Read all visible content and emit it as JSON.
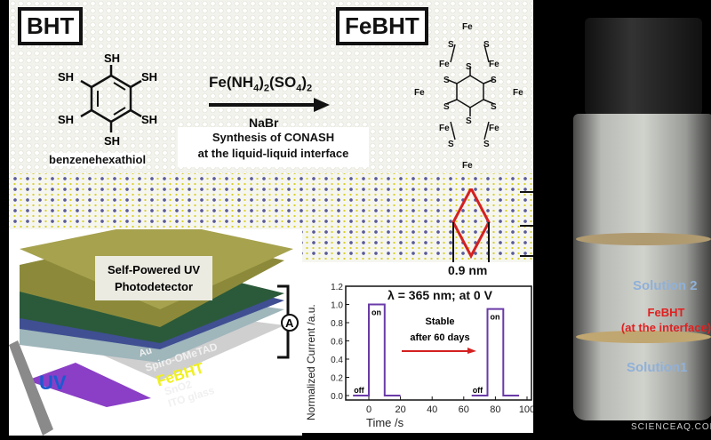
{
  "bht": {
    "title": "BHT",
    "name": "benzenehexathiol",
    "groups": [
      "SH",
      "SH",
      "SH",
      "SH",
      "SH",
      "SH"
    ]
  },
  "reaction": {
    "reagent": "Fe(NH4)2(SO4)2",
    "reagent_parts": [
      "Fe(NH",
      "4",
      ")",
      "2",
      "(SO",
      "4",
      ")",
      "2"
    ],
    "additive": "NaBr",
    "caption_line1": "Synthesis of CONASH",
    "caption_line2": "at the liquid-liquid interface"
  },
  "febht": {
    "title": "FeBHT",
    "atoms": {
      "metal": "Fe",
      "sulfur": "S"
    }
  },
  "lattice": {
    "spacing_label": "0.9 nm"
  },
  "device": {
    "title_line1": "Self-Powered UV",
    "title_line2": "Photodetector",
    "layers": [
      "Au",
      "Spiro-OMeTAD",
      "FeBHT",
      "SnO2",
      "ITO glass"
    ],
    "light": "UV",
    "marker": "A"
  },
  "vial": {
    "upper": "Solution 2",
    "interface_line1": "FeBHT",
    "interface_line2": "(at the interface)",
    "lower": "Solution1"
  },
  "watermark": "SCIENCEAQ.COM",
  "colors": {
    "uv": "#8a3fc6",
    "trace": "#6a3aa8",
    "interface_label": "#e02020",
    "arrow": "#d42020"
  },
  "chart_data": {
    "type": "line",
    "title": "λ = 365 nm; at 0 V",
    "xlabel": "Time /s",
    "ylabel": "Normalized Current  /a.u.",
    "xlim": [
      -14,
      100
    ],
    "ylim": [
      0,
      1.2
    ],
    "xticks": [
      0,
      20,
      40,
      60,
      80,
      100
    ],
    "yticks": [
      "0.0",
      "0.2",
      "0.4",
      "0.6",
      "0.8",
      "1.0",
      "1.2"
    ],
    "annotation_line1": "Stable",
    "annotation_line2": "after 60 days",
    "labels": {
      "on": "on",
      "off": "off"
    },
    "series": [
      {
        "x": [
          -10,
          0,
          0,
          10,
          10,
          20
        ],
        "y": [
          0,
          0,
          1.0,
          1.0,
          0,
          0
        ]
      },
      {
        "x": [
          65,
          75,
          75,
          85,
          85,
          95
        ],
        "y": [
          0,
          0,
          0.95,
          0.95,
          0,
          0
        ]
      }
    ]
  }
}
